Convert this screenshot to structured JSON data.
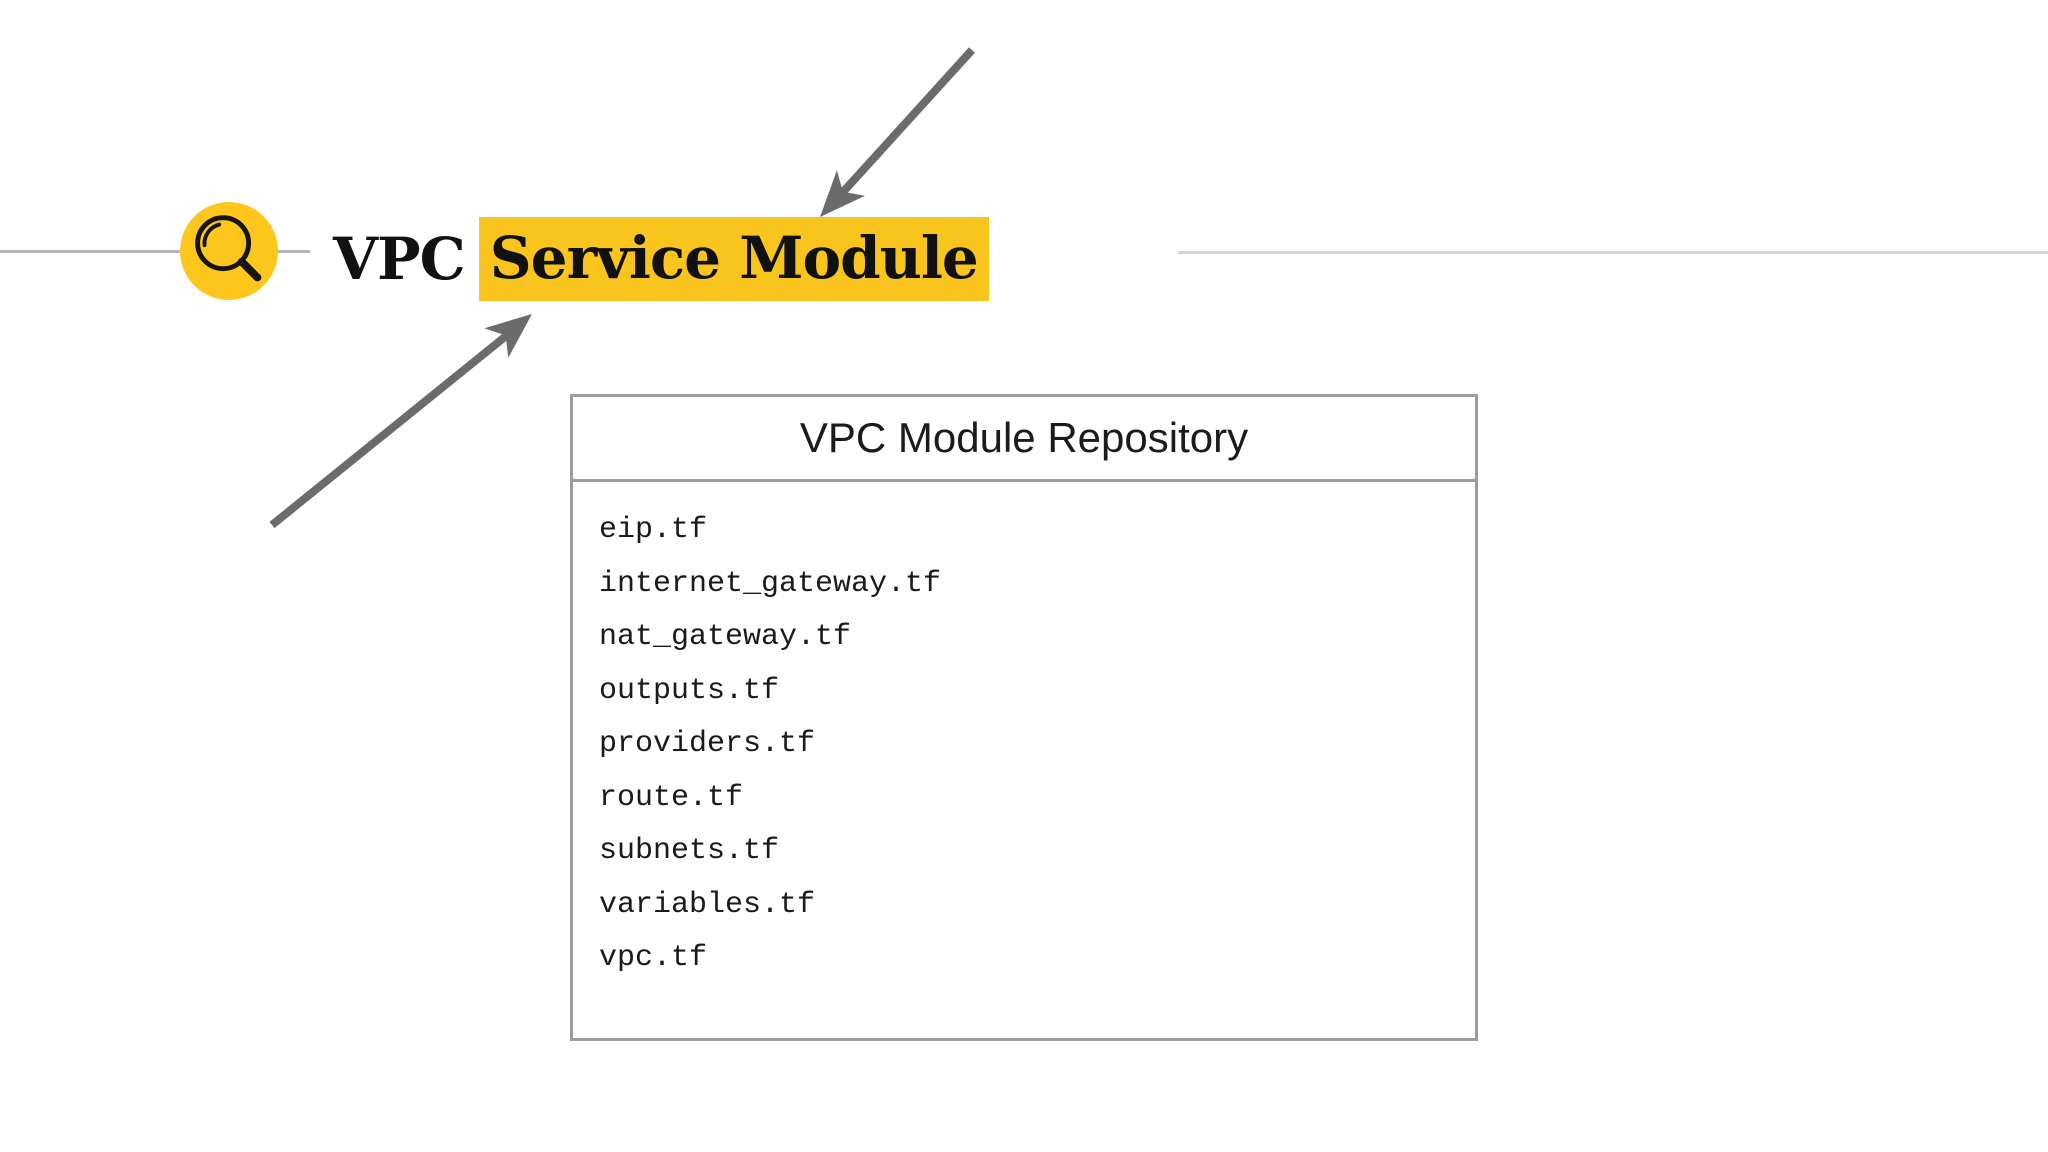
{
  "header": {
    "title_plain": "VPC",
    "title_highlight": "Service Module",
    "icon": "magnifier-icon"
  },
  "repository_box": {
    "title": "VPC Module Repository",
    "files": [
      "eip.tf",
      "internet_gateway.tf",
      "nat_gateway.tf",
      "outputs.tf",
      "providers.tf",
      "route.tf",
      "subnets.tf",
      "variables.tf",
      "vpc.tf"
    ]
  },
  "annotations": {
    "arrow_count": "2"
  },
  "colors": {
    "accent_yellow": "#F9C41E",
    "icon_yellow": "#FFC61E",
    "arrow_gray": "#6b6b6b",
    "box_border_gray": "#9e9c9e",
    "rule_gray_left": "#b7b4b7",
    "rule_gray_right": "#d6d3d6",
    "text_black": "#111111"
  }
}
